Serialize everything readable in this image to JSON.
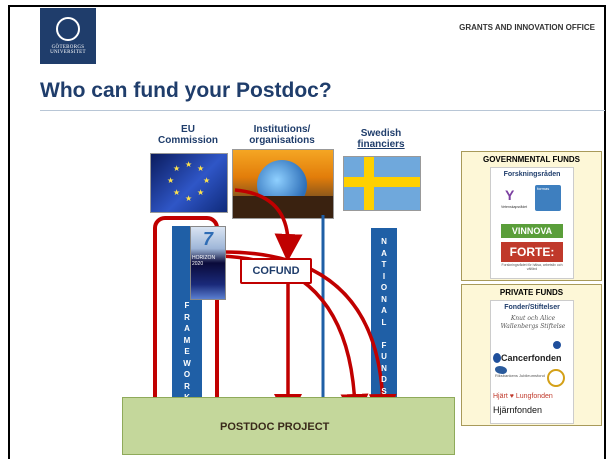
{
  "header": {
    "logo_line1": "GÖTEBORGS",
    "logo_line2": "UNIVERSITET",
    "office": "GRANTS AND INNOVATION OFFICE",
    "title": "Who can fund your Postdoc?"
  },
  "sources": {
    "eu_line1": "EU",
    "eu_line2": "Commission",
    "inst_line1": "Institutions/",
    "inst_line2": "organisations",
    "swe_line1": "Swedish",
    "swe_line2": "financiers"
  },
  "fp7": {
    "seven": "7",
    "horizon": "HORIZON",
    "year": "2020"
  },
  "columns": {
    "framework": [
      "F",
      "R",
      "A",
      "M",
      "E",
      "W",
      "O",
      "R",
      "K"
    ],
    "national": [
      "N",
      "A",
      "T",
      "I",
      "O",
      "N",
      "A",
      "L",
      "",
      "F",
      "U",
      "N",
      "D",
      "S"
    ]
  },
  "cofund": "COFUND",
  "postdoc": "POSTDOC PROJECT",
  "governmental": {
    "heading": "GOVERNMENTAL FUNDS",
    "subheading": "Forskningsråden",
    "vinnova": "VINNOVA",
    "forte": "FORTE:",
    "forte_sub": "Forskningsrådet för hälsa, arbetsliv och välfärd",
    "vr": "Vetenskapsrådet",
    "formas": "formas"
  },
  "private": {
    "heading": "PRIVATE FUNDS",
    "subheading": "Fonder/Stiftelser",
    "kaw": "Knut och Alice Wallenbergs Stiftelse",
    "cancer": "Cancerfonden",
    "rs": "Riksbankens Jubileumsfond",
    "hjart": "Hjärt ♥ Lungfonden",
    "hjarn": "Hjärnfonden"
  },
  "colors": {
    "title_blue": "#1f3d6b",
    "arrow_red": "#c00000",
    "arrow_blue": "#1f5fa6",
    "postdoc_green": "#c4d79b",
    "sidebar_cream": "#fdf7d7"
  }
}
